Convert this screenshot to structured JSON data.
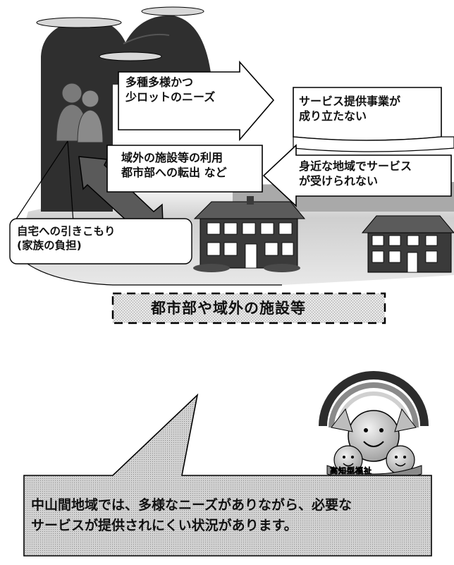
{
  "arrows": {
    "needs": {
      "line1": "多種多様かつ",
      "line2": "少ロットのニーズ"
    },
    "service_unviable": {
      "line1": "サービス提供事業が",
      "line2": "成り立たない"
    },
    "outside_use": {
      "line1": "域外の施設等の利用",
      "line2": "都市部への転出 など"
    },
    "nearby_unavailable": {
      "line1": "身近な地域でサービス",
      "line2": "が受けられない"
    }
  },
  "home_callout": {
    "line1": "自宅への引きこもり",
    "line2": "(家族の負担)"
  },
  "facilities_label": "都市部や域外の施設等",
  "logo": {
    "caption": "高知型福祉",
    "colors": {
      "rainbow_outer": "#2c2c2c",
      "rainbow_inner": "#8a8a8a",
      "faces": "#bdbdbd"
    }
  },
  "bottom_callout": {
    "line1": "中山間地域では、多様なニーズがありながら、必要な",
    "line2": "サービスが提供されにくい状況があります。"
  },
  "colors": {
    "mountain": "#2f2f2f",
    "arrow_fill": "#ffffff",
    "arrow_stroke": "#000000",
    "dark_arrow": "#5a5a5a",
    "ground": "#c8c8c8",
    "callout_fill": "#d9d9d9",
    "house": "#3a3a3a",
    "roof": "#5b5b5b"
  }
}
